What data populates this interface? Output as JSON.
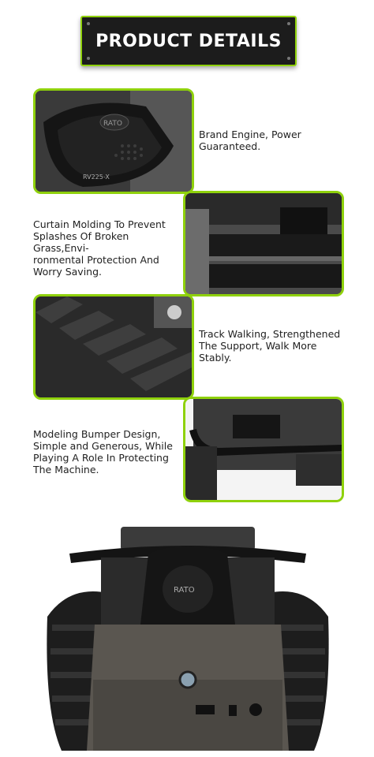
{
  "banner": {
    "title": "PRODUCT DETAILS"
  },
  "features": [
    {
      "lines": [
        "Brand Engine, Power",
        "Guaranteed."
      ]
    },
    {
      "lines": [
        "Curtain Molding To Prevent",
        "Splashes Of Broken Grass,Envi-",
        "ronmental Protection And",
        "Worry Saving."
      ]
    },
    {
      "lines": [
        "Track Walking, Strengthened",
        "The Support, Walk More",
        "Stably."
      ]
    },
    {
      "lines": [
        "Modeling Bumper Design,",
        "Simple and Generous, While",
        "Playing A Role In Protecting",
        "The Machine."
      ]
    }
  ],
  "engine_label": "RV225-X",
  "brand_logo": "RATO",
  "colors": {
    "accent": "#8fd10c",
    "banner_bg": "#1c1c1c"
  }
}
